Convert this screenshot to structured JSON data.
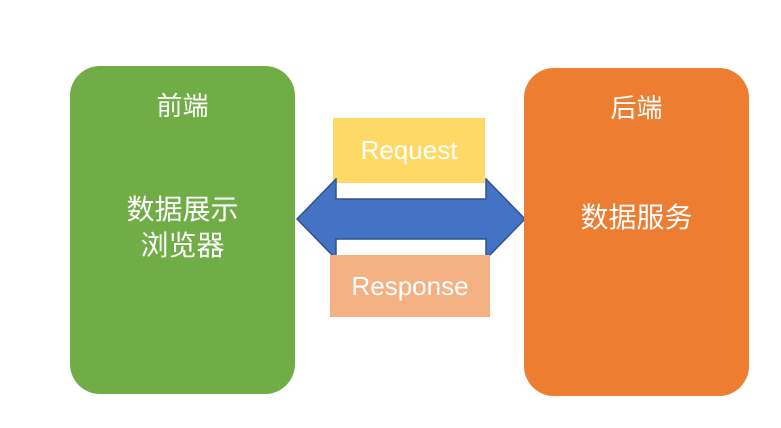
{
  "frontend": {
    "title": "前端",
    "line1": "数据展示",
    "line2": "浏览器",
    "color": "#70ad47"
  },
  "backend": {
    "title": "后端",
    "line1": "数据服务",
    "color": "#ed7d31"
  },
  "request": {
    "label": "Request",
    "color": "#ffd966"
  },
  "response": {
    "label": "Response",
    "color": "#f4b183"
  },
  "arrow": {
    "icon": "double-arrow-icon",
    "color": "#4472c4"
  }
}
